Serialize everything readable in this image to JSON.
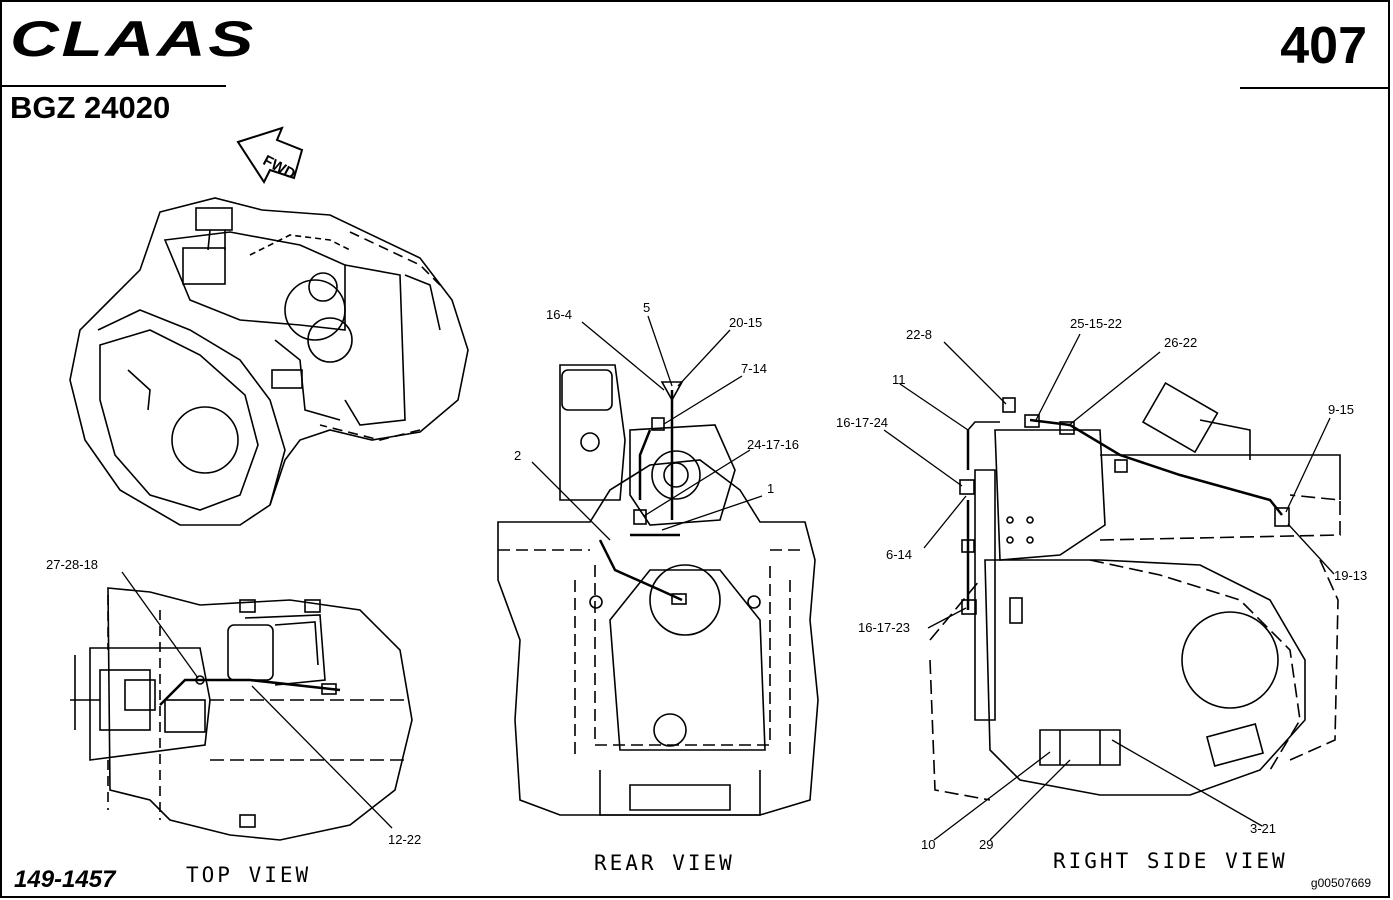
{
  "header": {
    "brand": "CLAAS",
    "page_number": "407",
    "model_code": "BGZ 24020",
    "fwd_label": "FWD"
  },
  "footer": {
    "figure_number": "149-1457",
    "image_id": "g00507669"
  },
  "views": {
    "top": "TOP VIEW",
    "rear": "REAR VIEW",
    "right_side": "RIGHT SIDE VIEW"
  },
  "callouts": {
    "top_view": [
      "27-28-18",
      "12-22"
    ],
    "rear_view": [
      "16-4",
      "5",
      "20-15",
      "7-14",
      "24-17-16",
      "2",
      "1"
    ],
    "right_side_view": [
      "22-8",
      "25-15-22",
      "26-22",
      "11",
      "16-17-24",
      "9-15",
      "6-14",
      "19-13",
      "16-17-23",
      "10",
      "29",
      "3-21"
    ]
  }
}
